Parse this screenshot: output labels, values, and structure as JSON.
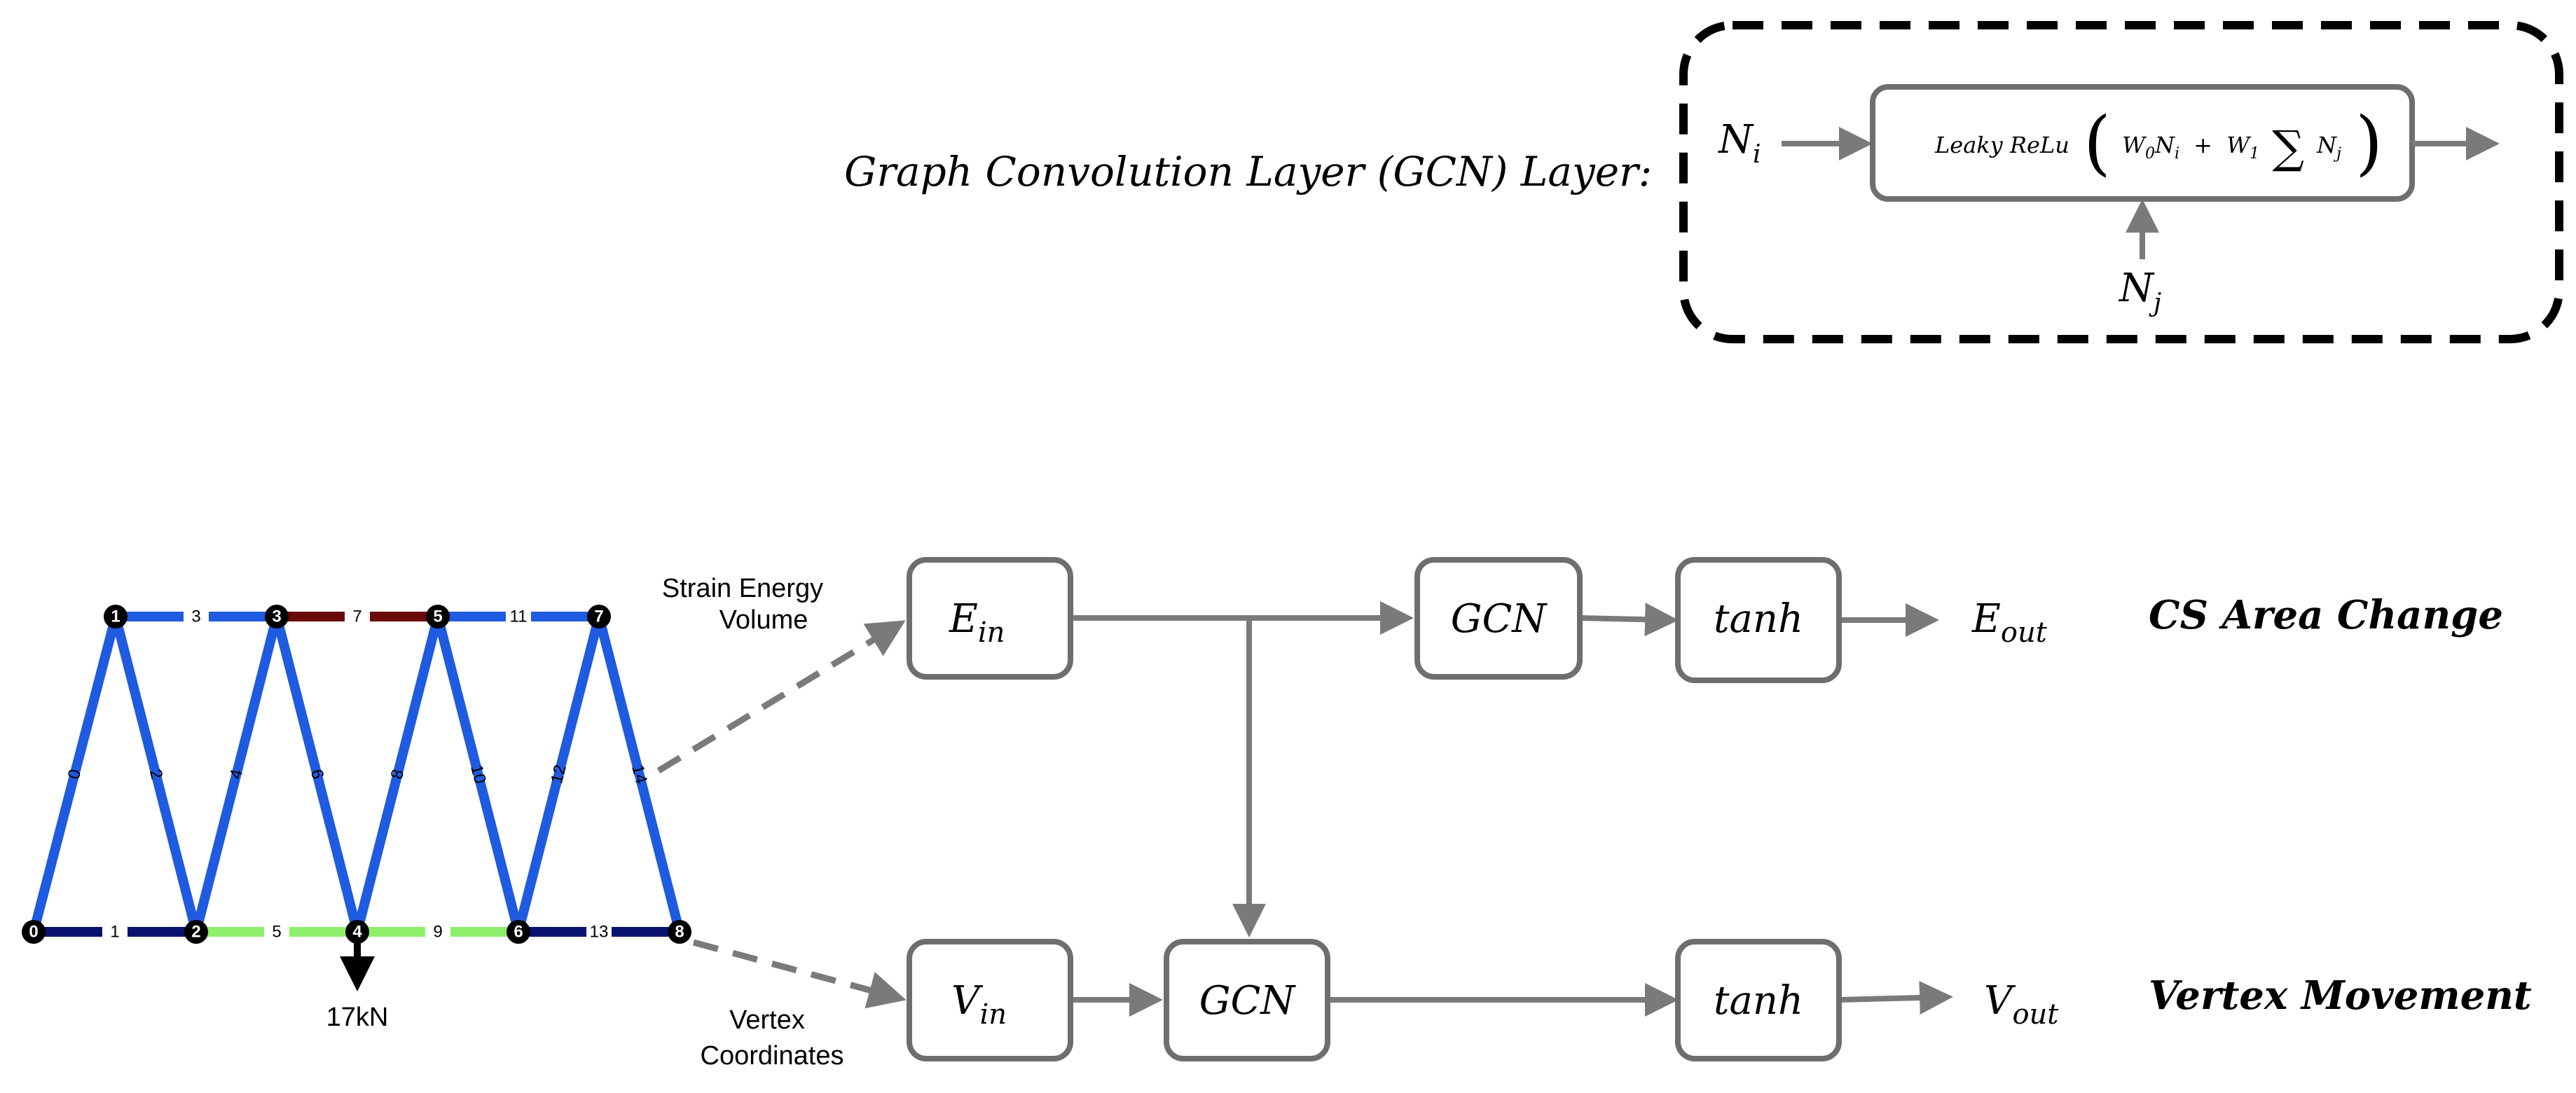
{
  "gcn_layer": {
    "title": "Graph Convolution Layer (GCN) Layer:",
    "input_left": "N",
    "input_left_sub": "i",
    "input_bottom": "N",
    "input_bottom_sub": "j",
    "formula_fn": "Leaky ReLu",
    "formula_w0": "W",
    "formula_w0_sub": "0",
    "formula_n0": "N",
    "formula_n0_sub": "i",
    "formula_plus": "+",
    "formula_w1": "W",
    "formula_w1_sub": "1",
    "formula_sum": "∑",
    "formula_n1": "N",
    "formula_n1_sub": "j"
  },
  "truss": {
    "load_label": "17kN",
    "colors": {
      "blue": "#1f5be0",
      "navy": "#0a1470",
      "light_green": "#8ef06a",
      "dark_red": "#6b0a0a",
      "node": "#000000"
    },
    "nodes": [
      "0",
      "1",
      "2",
      "3",
      "4",
      "5",
      "6",
      "7",
      "8"
    ],
    "edges": [
      "0",
      "1",
      "2",
      "3",
      "4",
      "5",
      "6",
      "7",
      "8",
      "9",
      "10",
      "11",
      "12",
      "13",
      "14"
    ]
  },
  "pipeline": {
    "strain_label_line1": "Strain Energy",
    "strain_label_line2": "Volume",
    "vertex_label_line1": "Vertex",
    "vertex_label_line2": "Coordinates",
    "e_in": "E",
    "e_in_sub": "in",
    "v_in": "V",
    "v_in_sub": "in",
    "gcn_top": "GCN",
    "gcn_bottom": "GCN",
    "tanh_top": "tanh",
    "tanh_bottom": "tanh",
    "e_out": "E",
    "e_out_sub": "out",
    "v_out": "V",
    "v_out_sub": "out",
    "output_top_title": "CS Area Change",
    "output_bottom_title": "Vertex Movement"
  }
}
